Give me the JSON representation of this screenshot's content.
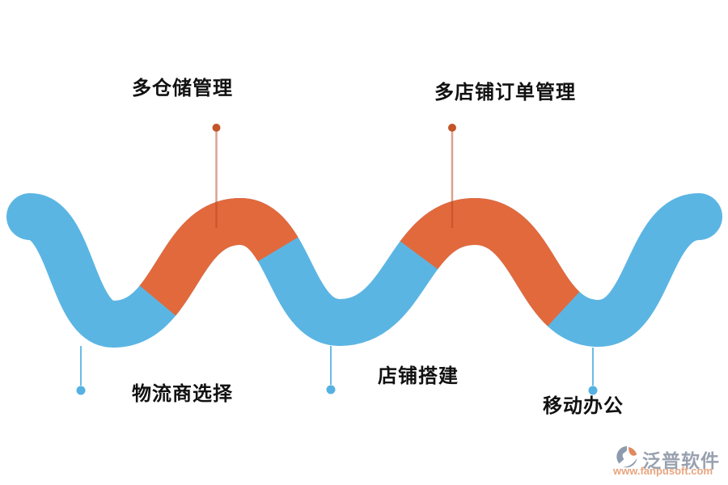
{
  "diagram": {
    "type": "wave-milestone-infographic",
    "nodes": [
      {
        "label": "多仓储管理",
        "position": "top",
        "marker_color": "orange"
      },
      {
        "label": "多店铺订单管理",
        "position": "top",
        "marker_color": "orange"
      },
      {
        "label": "物流商选择",
        "position": "bottom",
        "marker_color": "blue"
      },
      {
        "label": "店铺搭建",
        "position": "bottom",
        "marker_color": "blue"
      },
      {
        "label": "移动办公",
        "position": "bottom",
        "marker_color": "blue"
      }
    ]
  },
  "colors": {
    "wave_blue": "#5bb5e3",
    "wave_orange": "#e2693c",
    "dot_orange": "#c4552a",
    "line_orange": "rgba(184,70,30,0.5)",
    "dot_blue": "#55b1e2",
    "line_blue": "rgba(91,181,227,0.9)",
    "label_text": "#111111",
    "watermark_brand_color": "#99a1af",
    "watermark_url_color": "#e8a47e"
  },
  "watermark": {
    "brand": "泛普软件",
    "url": "www.fanpusoft.com"
  }
}
